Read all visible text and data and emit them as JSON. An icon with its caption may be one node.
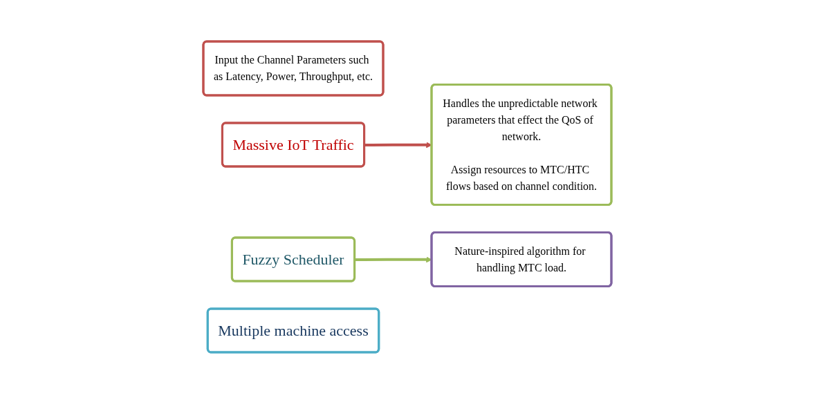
{
  "diagram": {
    "nodes": [
      {
        "text": [
          "Input the Channel Parameters such as Latency, Power, Throughput, etc."
        ]
      },
      {
        "text": [
          "Massive IoT Traffic"
        ]
      },
      {
        "text": [
          "Handles the unpredictable network parameters that effect the QoS of network.",
          "Assign resources to MTC/HTC flows based on channel condition."
        ]
      },
      {
        "text": [
          "Fuzzy Scheduler"
        ]
      },
      {
        "text": [
          "Nature-inspired algorithm for handling MTC load."
        ]
      },
      {
        "text": [
          "Multiple machine access"
        ]
      }
    ],
    "edges": [
      {
        "from": 1,
        "to": 2,
        "arrow": "to",
        "color": "#c0504d"
      },
      {
        "from": 3,
        "to": 4,
        "arrow": "to",
        "color": "#9bbb59"
      }
    ]
  }
}
